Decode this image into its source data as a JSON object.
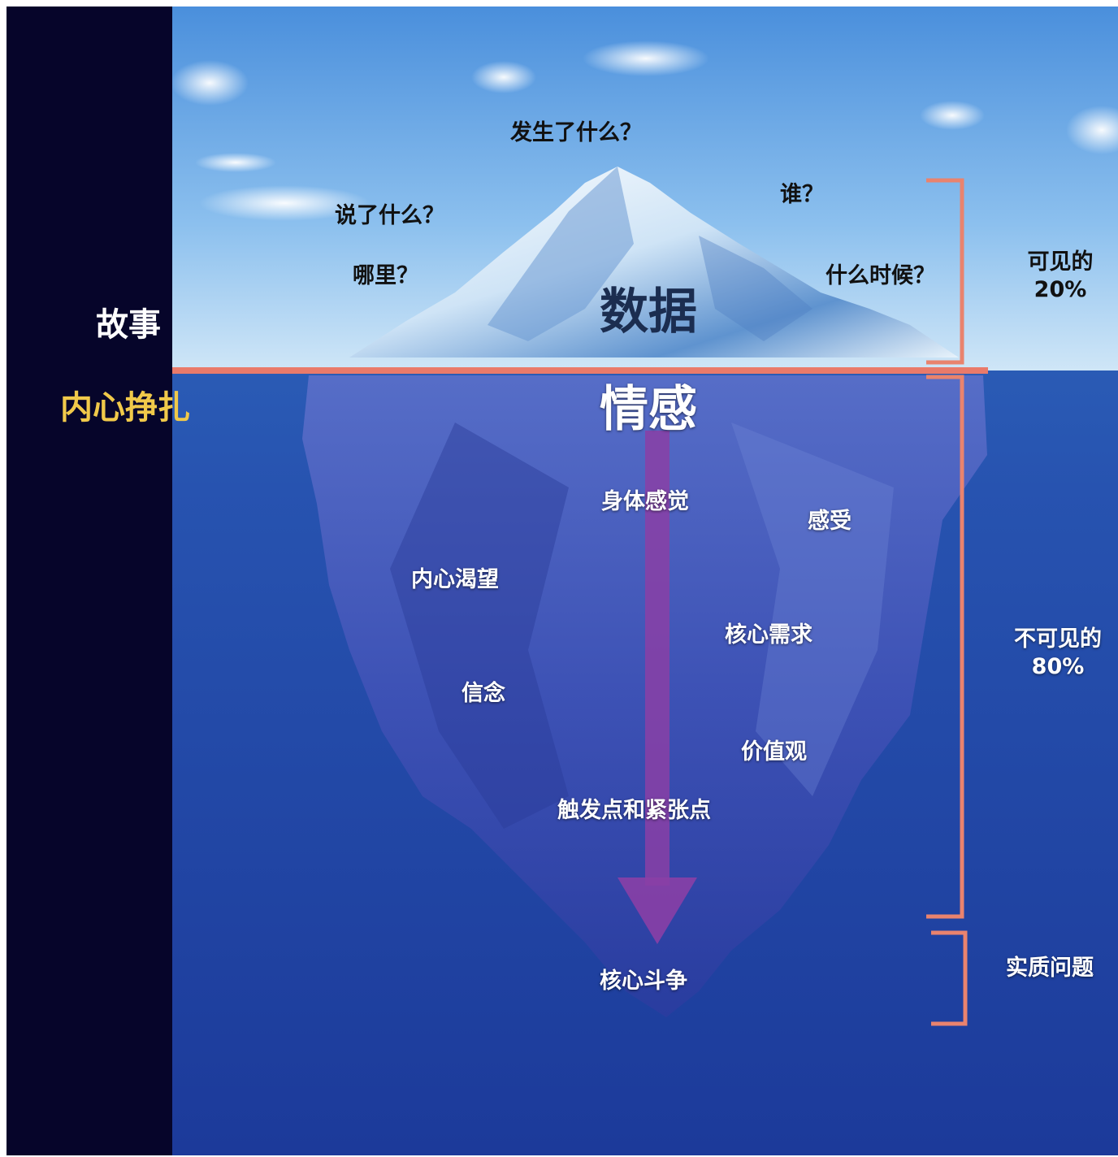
{
  "left_panel": {
    "top_label": "故事",
    "bottom_label": "内心挣扎"
  },
  "above_water": {
    "main_label": "数据",
    "questions": [
      "发生了什么？",
      "谁？",
      "说了什么？",
      "哪里？",
      "什么时候？"
    ]
  },
  "below_water": {
    "main_label": "情感",
    "items": [
      "身体感觉",
      "感受",
      "内心渴望",
      "核心需求",
      "信念",
      "价值观",
      "触发点和紧张点"
    ],
    "core_label": "核心斗争"
  },
  "side_labels": {
    "visible": [
      "可见的",
      "20%"
    ],
    "invisible": [
      "不可见的",
      "80%"
    ],
    "essence": "实质问题"
  },
  "colors": {
    "left_panel": "#06052a",
    "waterline": "#e97a6a",
    "bracket": "#e9836e",
    "arrow": "#8a3fa6",
    "label_yellow": "#f0c94a",
    "deep_water": "#1e3f9c"
  }
}
